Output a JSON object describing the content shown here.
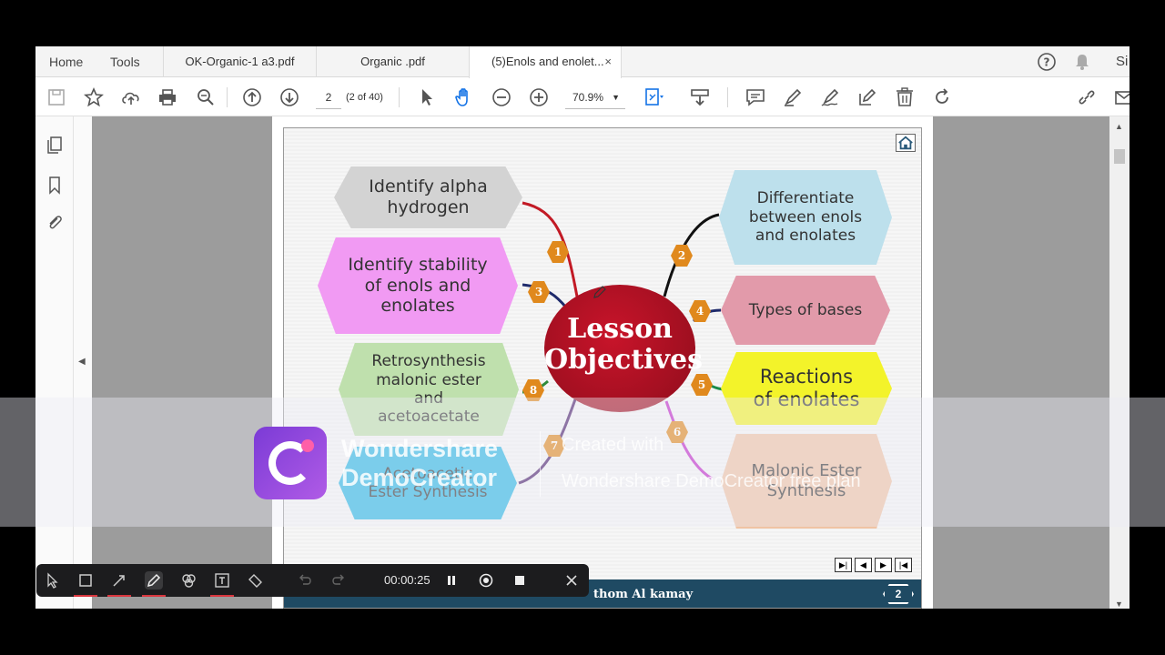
{
  "nav": {
    "home": "Home",
    "tools": "Tools"
  },
  "tabs": [
    {
      "label": "OK-Organic-1 a3.pdf"
    },
    {
      "label": "Organic .pdf"
    },
    {
      "label": "(5)Enols and enolet...",
      "close": "×"
    }
  ],
  "user_initial": "Si",
  "toolbar": {
    "page_current": "2",
    "page_count": "(2 of 40)",
    "zoom": "70.9%"
  },
  "slide": {
    "center_line1": "Lesson",
    "center_line2": "Objectives",
    "objectives": [
      {
        "num": "1",
        "line1": "Identify alpha",
        "line2": "hydrogen",
        "line3": "",
        "line4": "",
        "color": "#d3d3d3"
      },
      {
        "num": "2",
        "line1": "Differentiate",
        "line2": "between enols",
        "line3": "and enolates",
        "line4": "",
        "color": "#bde0ec"
      },
      {
        "num": "3",
        "line1": "Identify stability",
        "line2": "of enols and",
        "line3": "enolates",
        "line4": "",
        "color": "#f19af3"
      },
      {
        "num": "4",
        "line1": "Types of bases",
        "line2": "",
        "line3": "",
        "line4": "",
        "color": "#e29aaa"
      },
      {
        "num": "5",
        "line1": "Reactions",
        "line2": "of enolates",
        "line3": "",
        "line4": "",
        "color": "#f3f32a"
      },
      {
        "num": "6",
        "line1": "Malonic Ester",
        "line2": "Synthesis",
        "line3": "",
        "line4": "",
        "color": "#f0c3a4"
      },
      {
        "num": "7",
        "line1": "Acetoacetic",
        "line2": "Ester Synthesis",
        "line3": "",
        "line4": "",
        "color": "#2ab7e3"
      },
      {
        "num": "8",
        "line1": "Retrosynthesis",
        "line2": "malonic ester",
        "line3": "and",
        "line4": "acetoacetate",
        "color": "#bfe0ad"
      }
    ],
    "author": "thom Al kamay",
    "page_num": "2"
  },
  "watermark": {
    "brand_line1": "Wondershare",
    "brand_line2": "DemoCreator",
    "note_line1": "Created with",
    "note_line2": "Wondershare DemoCreator free plan"
  },
  "recorder": {
    "time": "00:00:25"
  }
}
